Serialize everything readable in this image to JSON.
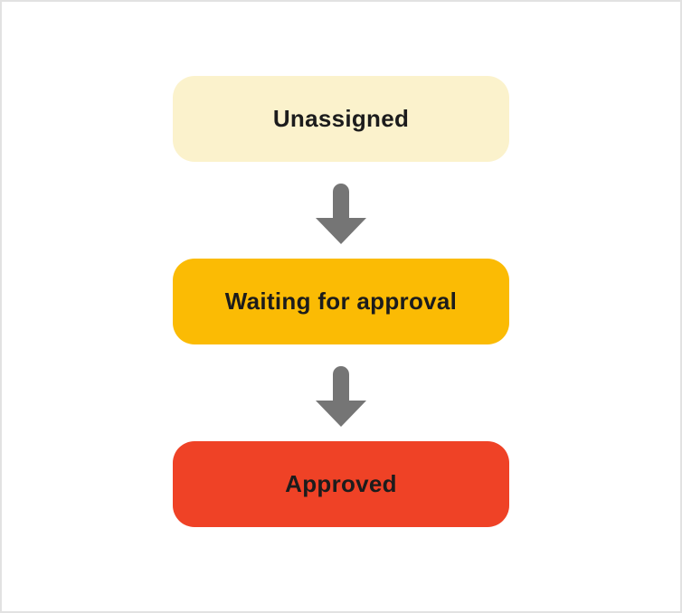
{
  "diagram": {
    "type": "flowchart",
    "direction": "top-down",
    "nodes": [
      {
        "label": "Unassigned",
        "color": "#FBF2CC"
      },
      {
        "label": "Waiting for approval",
        "color": "#FBBB04"
      },
      {
        "label": "Approved",
        "color": "#EF4226"
      }
    ],
    "edges": [
      {
        "from": "Unassigned",
        "to": "Waiting for approval"
      },
      {
        "from": "Waiting for approval",
        "to": "Approved"
      }
    ],
    "arrow_color": "#757575",
    "text_color": "#1C1C1C",
    "canvas": {
      "background": "#FFFFFF",
      "border_color": "#E2E2E2"
    }
  }
}
